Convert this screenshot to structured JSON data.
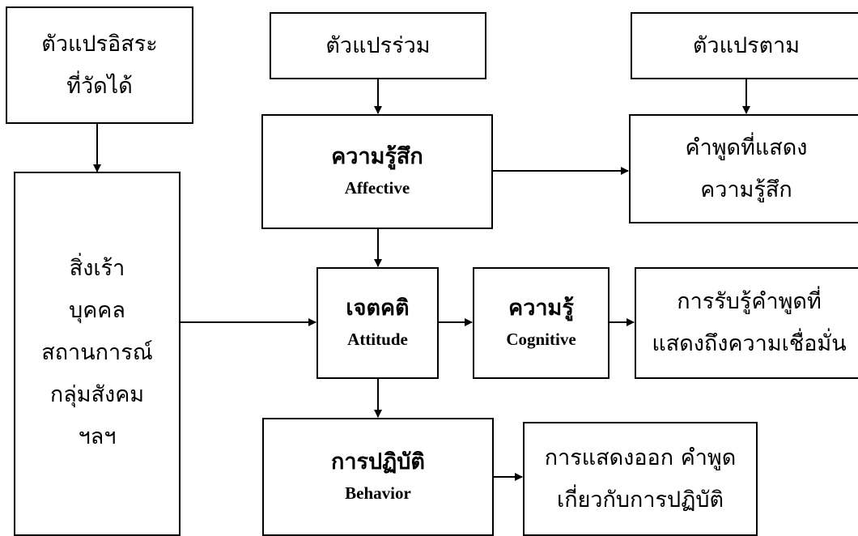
{
  "independent": {
    "line1": "ตัวแปรอิสระ",
    "line2": "ที่วัดได้"
  },
  "intervening": {
    "label": "ตัวแปรร่วม"
  },
  "dependent": {
    "label": "ตัวแปรตาม"
  },
  "stimuli": {
    "lines": [
      "สิ่งเร้า",
      "บุคคล",
      "สถานการณ์",
      "กลุ่มสังคม",
      "ฯลฯ"
    ]
  },
  "affective": {
    "thai": "ความรู้สึก",
    "en": "Affective"
  },
  "attitude": {
    "thai": "เจตคติ",
    "en": "Attitude"
  },
  "cognitive": {
    "thai": "ความรู้",
    "en": "Cognitive"
  },
  "behavior": {
    "thai": "การปฏิบัติ",
    "en": "Behavior"
  },
  "verbal_affect": {
    "line1": "คำพูดที่แสดง",
    "line2": "ความรู้สึก"
  },
  "perception": {
    "line1": "การรับรู้คำพูดที่",
    "line2": "แสดงถึงความเชื่อมั่น"
  },
  "expression": {
    "line1": "การแสดงออก คำพูด",
    "line2": "เกี่ยวกับการปฏิบัติ"
  }
}
